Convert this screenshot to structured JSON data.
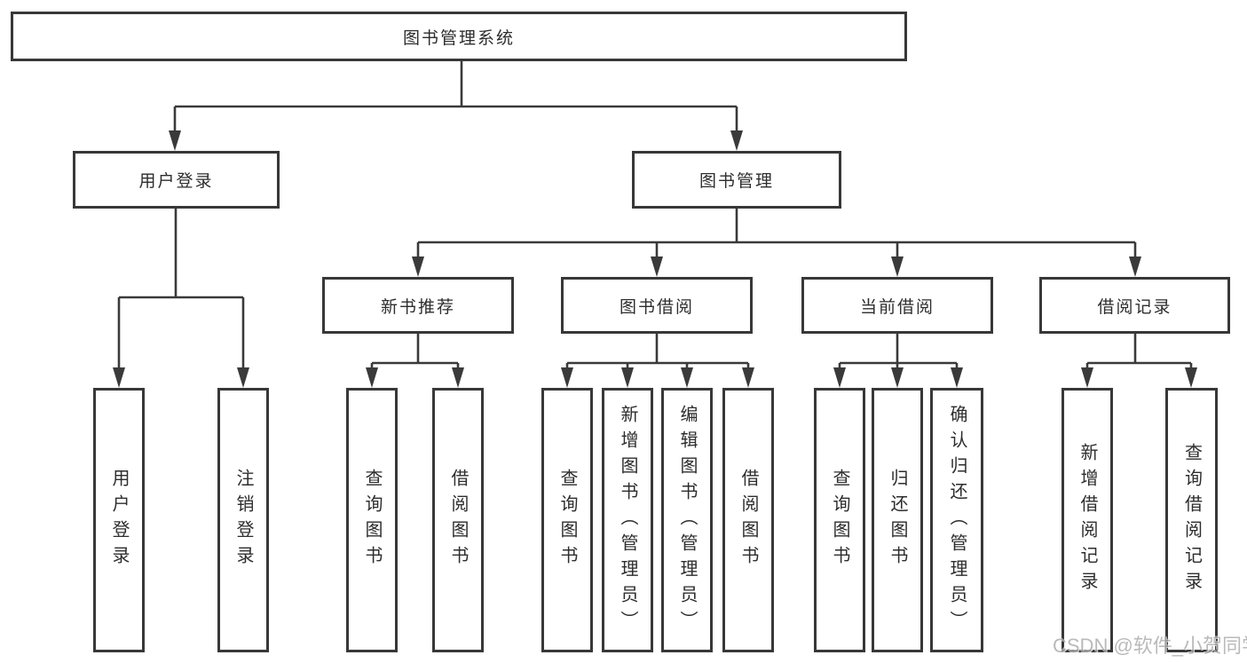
{
  "tree": {
    "root": {
      "label": "图书管理系统"
    },
    "branches": [
      {
        "label": "用户登录",
        "children": [
          {
            "label": "用户登录"
          },
          {
            "label": "注销登录"
          }
        ]
      },
      {
        "label": "图书管理",
        "children": [
          {
            "label": "新书推荐",
            "children": [
              {
                "label": "查询图书"
              },
              {
                "label": "借阅图书"
              }
            ]
          },
          {
            "label": "图书借阅",
            "children": [
              {
                "label": "查询图书"
              },
              {
                "label": "新增图书（管理员）"
              },
              {
                "label": "编辑图书（管理员）"
              },
              {
                "label": "借阅图书"
              }
            ]
          },
          {
            "label": "当前借阅",
            "children": [
              {
                "label": "查询图书"
              },
              {
                "label": "归还图书"
              },
              {
                "label": "确认归还（管理员）"
              }
            ]
          },
          {
            "label": "借阅记录",
            "children": [
              {
                "label": "新增借阅记录"
              },
              {
                "label": "查询借阅记录"
              }
            ]
          }
        ]
      }
    ]
  },
  "watermark": "CSDN @软件_小贺同学",
  "colors": {
    "line": "#3a3a3a",
    "text": "#2d2d2d",
    "background": "#ffffff",
    "watermark": "#a9a9a9"
  }
}
